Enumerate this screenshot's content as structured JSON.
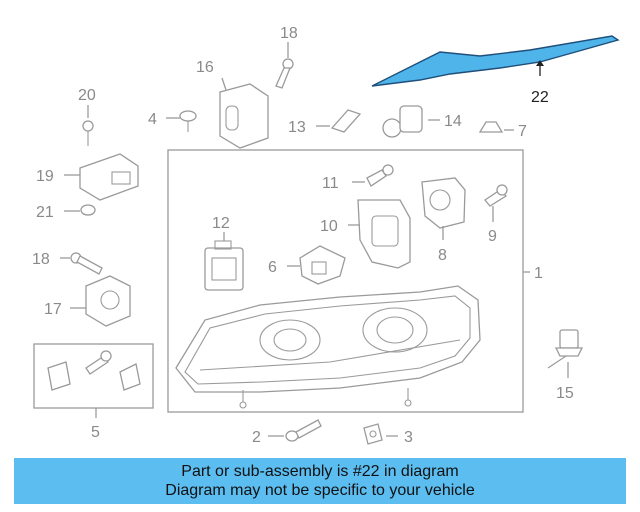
{
  "callouts": {
    "c1": "1",
    "c2": "2",
    "c3": "3",
    "c4": "4",
    "c5": "5",
    "c6": "6",
    "c7": "7",
    "c8": "8",
    "c9": "9",
    "c10": "10",
    "c11": "11",
    "c12": "12",
    "c13": "13",
    "c14": "14",
    "c15": "15",
    "c16": "16",
    "c17": "17",
    "c18a": "18",
    "c18b": "18",
    "c19": "19",
    "c20": "20",
    "c21": "21",
    "c22": "22"
  },
  "highlight_color": "#4fb4ea",
  "banner": {
    "line1": "Part or sub-assembly is #22 in diagram",
    "line2": "Diagram may not be specific to your vehicle"
  }
}
